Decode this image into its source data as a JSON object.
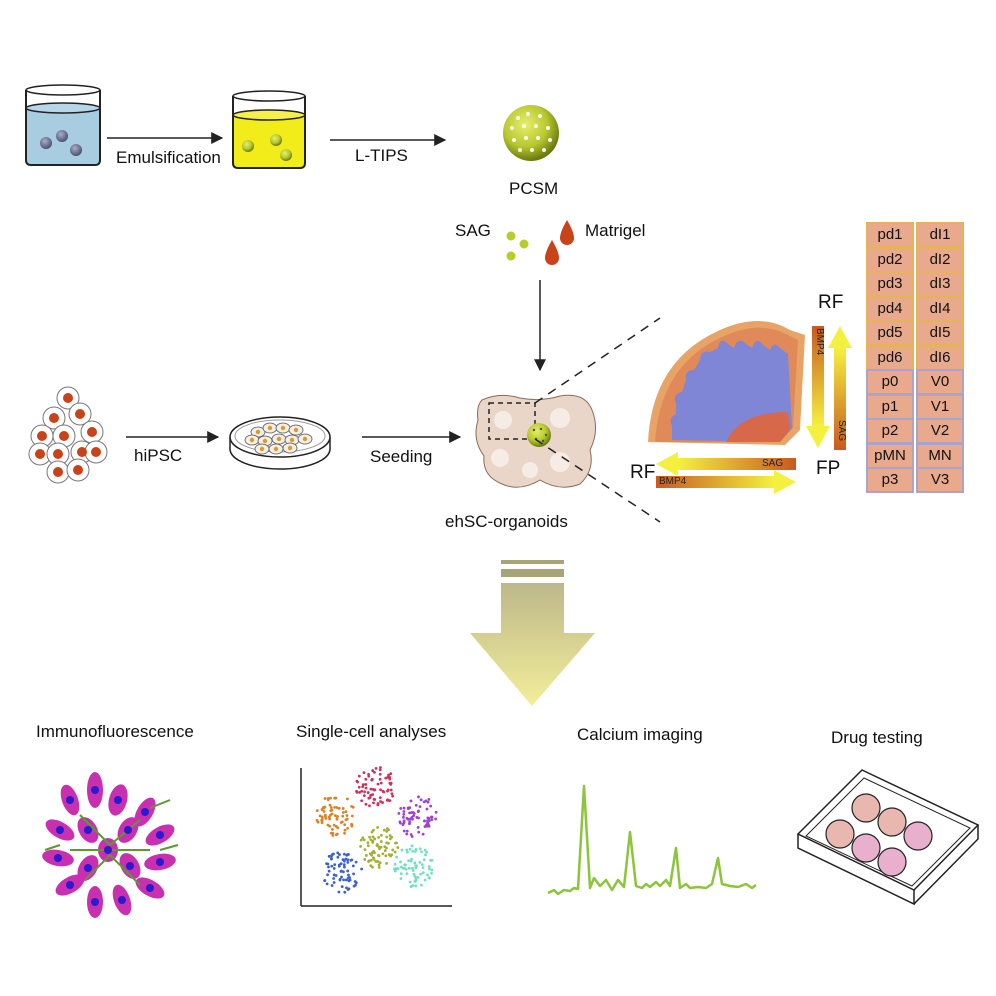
{
  "row1": {
    "emulsification": "Emulsification",
    "ltips": "L-TIPS",
    "pcsm": "PCSM"
  },
  "reagents": {
    "sag": "SAG",
    "matrigel": "Matrigel"
  },
  "row2": {
    "hipsc": "hiPSC",
    "seeding": "Seeding",
    "organoids": "ehSC-organoids"
  },
  "axes": {
    "rf_top": "RF",
    "fp": "FP",
    "rf_left": "RF",
    "bmp4_vertical": "BMP4",
    "sag_vertical": "SAG",
    "sag_horizontal": "SAG",
    "bmp4_horizontal": "BMP4"
  },
  "domains": {
    "progenitors": [
      "pd1",
      "pd2",
      "pd3",
      "pd4",
      "pd5",
      "pd6",
      "p0",
      "p1",
      "p2",
      "pMN",
      "p3"
    ],
    "neurons": [
      "dI1",
      "dI2",
      "dI3",
      "dI4",
      "dI5",
      "dI6",
      "V0",
      "V1",
      "V2",
      "MN",
      "V3"
    ]
  },
  "applications": {
    "immuno": "Immunofluorescence",
    "singlecell": "Single-cell analyses",
    "calcium": "Calcium imaging",
    "drug": "Drug testing"
  },
  "colors": {
    "sag_green": "#b8cc2a",
    "matrigel_red": "#c8421a",
    "tissue_orange": "#e08a5a",
    "ventricle_blue": "#7f86d6",
    "arrow_yellow": "#f2f25a",
    "calcium_green": "#8cc43a"
  }
}
